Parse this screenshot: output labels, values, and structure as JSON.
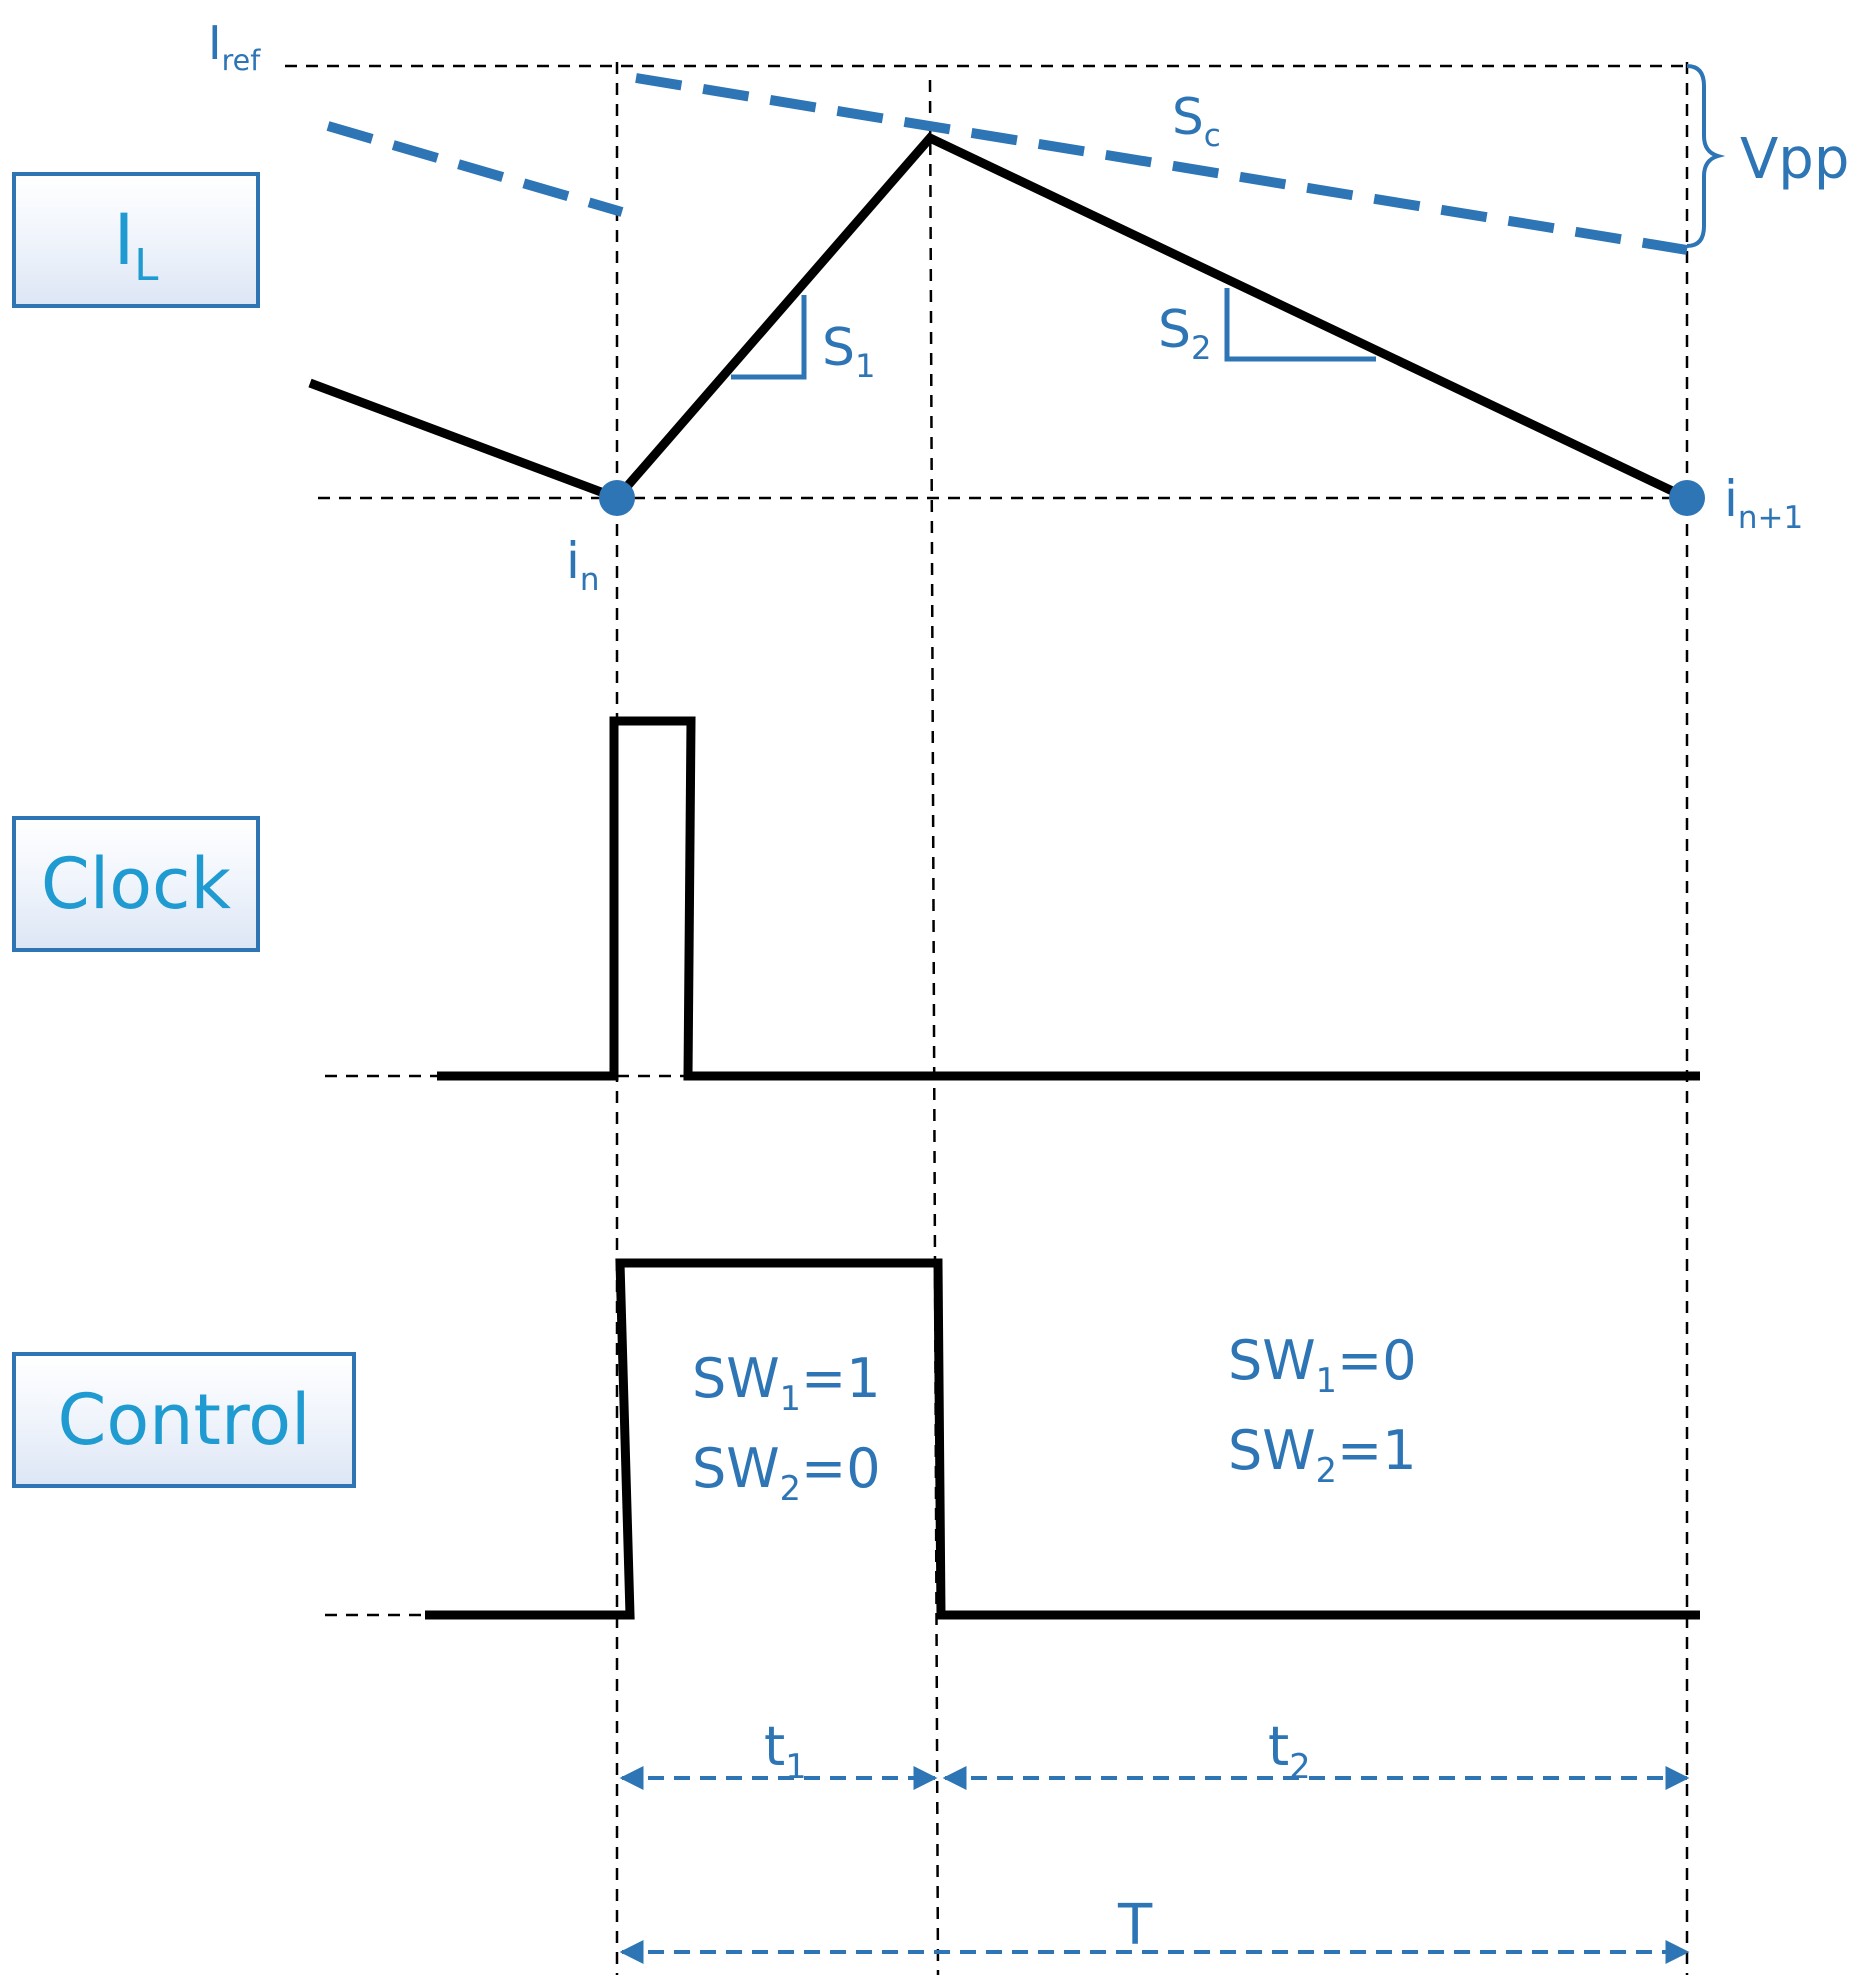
{
  "signals": {
    "inductor_current": {
      "main": "I",
      "sub": "L"
    },
    "clock": "Clock",
    "control": "Control"
  },
  "annotations": {
    "iref": {
      "main": "I",
      "sub": "ref"
    },
    "sc": {
      "main": "S",
      "sub": "c"
    },
    "vpp": "Vpp",
    "s1": {
      "main": "S",
      "sub": "1"
    },
    "s2": {
      "main": "S",
      "sub": "2"
    },
    "in": {
      "main": "i",
      "sub": "n"
    },
    "in1": {
      "main": "i",
      "sub": "n+1"
    }
  },
  "states": {
    "on": {
      "sw1": {
        "name": "SW",
        "sub": "1",
        "value": "=1"
      },
      "sw2": {
        "name": "SW",
        "sub": "2",
        "value": "=0"
      }
    },
    "off": {
      "sw1": {
        "name": "SW",
        "sub": "1",
        "value": "=0"
      },
      "sw2": {
        "name": "SW",
        "sub": "2",
        "value": "=1"
      }
    }
  },
  "intervals": {
    "t1": {
      "main": "t",
      "sub": "1"
    },
    "t2": {
      "main": "t",
      "sub": "2"
    },
    "period": "T"
  },
  "colors": {
    "waveform": "#000000",
    "accent_blue": "#2e75b6",
    "label_cyan": "#1f9bd1"
  }
}
